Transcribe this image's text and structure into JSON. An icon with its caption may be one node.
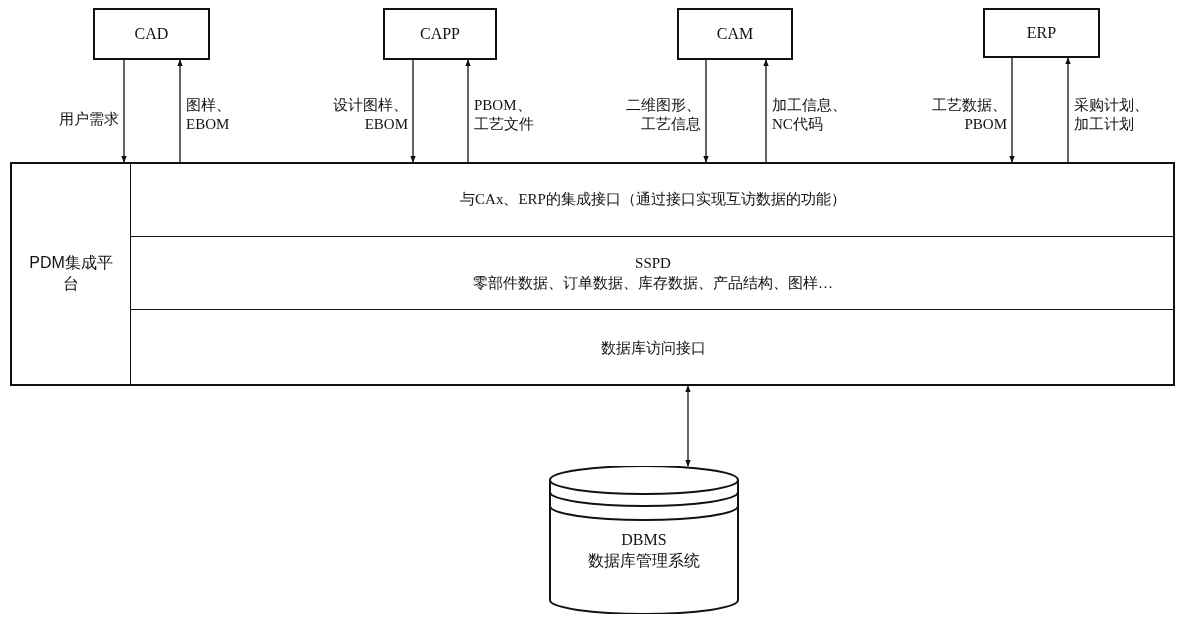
{
  "diagram": {
    "nodes": [
      {
        "text": [
          "CAD"
        ]
      },
      {
        "text": [
          "CAPP"
        ]
      },
      {
        "text": [
          "CAM"
        ]
      },
      {
        "text": [
          "ERP"
        ]
      },
      {
        "text": [
          "PDM集成平台"
        ]
      },
      {
        "text": [
          "与CAx、ERP的集成接口（通过接口实现互访数据的功能）"
        ],
        "in": 4
      },
      {
        "text": [
          "SSPD",
          "零部件数据、订单数据、库存数据、产品结构、图样…"
        ],
        "in": 4
      },
      {
        "text": [
          "数据库访问接口"
        ],
        "in": 4
      },
      {
        "text": [
          "DBMS",
          "数据库管理系统"
        ]
      }
    ],
    "edges": [
      {
        "from": 0,
        "to": 4,
        "arrow": "to",
        "label": "用户需求"
      },
      {
        "from": 4,
        "to": 0,
        "arrow": "to",
        "label": "图样、EBOM"
      },
      {
        "from": 1,
        "to": 4,
        "arrow": "to",
        "label": "设计图样、EBOM"
      },
      {
        "from": 4,
        "to": 1,
        "arrow": "to",
        "label": "PBOM、工艺文件"
      },
      {
        "from": 2,
        "to": 4,
        "arrow": "to",
        "label": "二维图形、工艺信息"
      },
      {
        "from": 4,
        "to": 2,
        "arrow": "to",
        "label": "加工信息、NC代码"
      },
      {
        "from": 3,
        "to": 4,
        "arrow": "to",
        "label": "工艺数据、PBOM"
      },
      {
        "from": 4,
        "to": 3,
        "arrow": "to",
        "label": "采购计划、加工计划"
      },
      {
        "from": 8,
        "to": 4,
        "arrow": "both"
      }
    ]
  }
}
